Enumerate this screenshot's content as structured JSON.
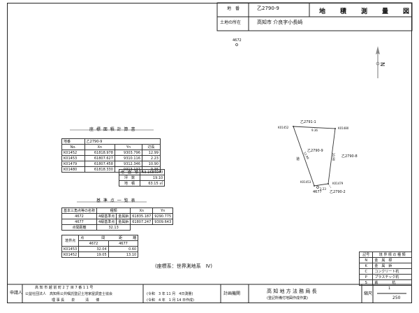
{
  "header": {
    "lot_label": "地　番",
    "lot_value": "乙2790-9",
    "title": "地　積　測　量　図",
    "location_label": "土地の所在",
    "location_value": "高知市 介良字小長崎"
  },
  "compass": {
    "letter": "N"
  },
  "points": {
    "p4672": "4672",
    "p4677": "4677",
    "k01452": "K01452",
    "k01480": "K01480",
    "k01453": "K01453",
    "k01479": "K01479",
    "lot_a": "乙2791-1",
    "lot_b": "乙2790-9",
    "lot_c": "乙2790-8",
    "lot_d": "乙2790-2",
    "road": "道",
    "edge_top": "9.36",
    "edge_left": "12.99",
    "edge_right": "10.90",
    "edge_bottom": "2.23"
  },
  "area_table": {
    "title": "座 標 面 積 計 算 書",
    "lot_label": "地番",
    "lot_value": "乙2790-9",
    "headers": [
      "No.",
      "Xn",
      "Yn",
      "辺長"
    ],
    "rows": [
      [
        "K01452",
        "61818.978",
        "9303.796",
        "12.99"
      ],
      [
        "K01453",
        "61807.627",
        "9310.116",
        "2.23"
      ],
      [
        "K01479",
        "61807.458",
        "9312.346",
        "10.90"
      ],
      [
        "K01480",
        "61818.330",
        "9313.137",
        "9.36"
      ]
    ],
    "sum_label": "倍　面　積",
    "sum_value": "63.1584040",
    "tsubo_label": "坪　数",
    "tsubo_value": "19.10",
    "area_label": "地　積",
    "area_value": "63.15",
    "area_unit": "㎡"
  },
  "ref_table": {
    "title": "基 準 点 一 覧 表",
    "headers": [
      "基本三角点等の名称",
      "種類",
      "Xn",
      "Yn"
    ],
    "rows": [
      [
        "4672",
        "4級基準点",
        "金属鋲",
        "61835.187",
        "9290.775"
      ],
      [
        "4677",
        "4級基準点",
        "金属鋲",
        "61807.247",
        "9309.643"
      ]
    ],
    "dist_label": "点間距離",
    "dist_value": "32.13"
  },
  "dist_table": {
    "corner_label": "境界点",
    "col_head": "点　　　　　間　　　　距　　　離",
    "cols": [
      "4672",
      "4677"
    ],
    "rows": [
      [
        "K01453",
        "32.04",
        "0.60"
      ],
      [
        "K01452",
        "19.05",
        "13.10"
      ]
    ]
  },
  "coord_system": "(座標系：世界測地系　Ⅳ)",
  "legend": {
    "header": [
      "記号",
      "境 界 標 の 種 類"
    ],
    "rows": [
      [
        "N",
        "金　属　標"
      ],
      [
        "K",
        "金　属　鋲"
      ],
      [
        "C",
        "コンクリート杭"
      ],
      [
        "P",
        "プラスチック杭"
      ],
      [
        "S",
        "鉄　　　　杭"
      ]
    ]
  },
  "footer": {
    "applicant_label": "申請人",
    "address": "高 知 市 越 前 町 2 丁 目 7 番 1 1 号",
    "association": "公益社団法人　高知県公共嘱託登記土地家屋調査士協会",
    "director": "理 事 長　　泉　　　清　　博",
    "date1": "(令和　3 年 11 月　4日測量)",
    "date2": "(令和　4 年　1 月 14 日作成)",
    "office_label": "計画機関",
    "office_name": "高 知 地 方 法 務 局 長",
    "office_sub": "(登記所備付地図作成作業)",
    "scale_label": "縮尺",
    "scale_num": "1",
    "scale_den": "250"
  }
}
